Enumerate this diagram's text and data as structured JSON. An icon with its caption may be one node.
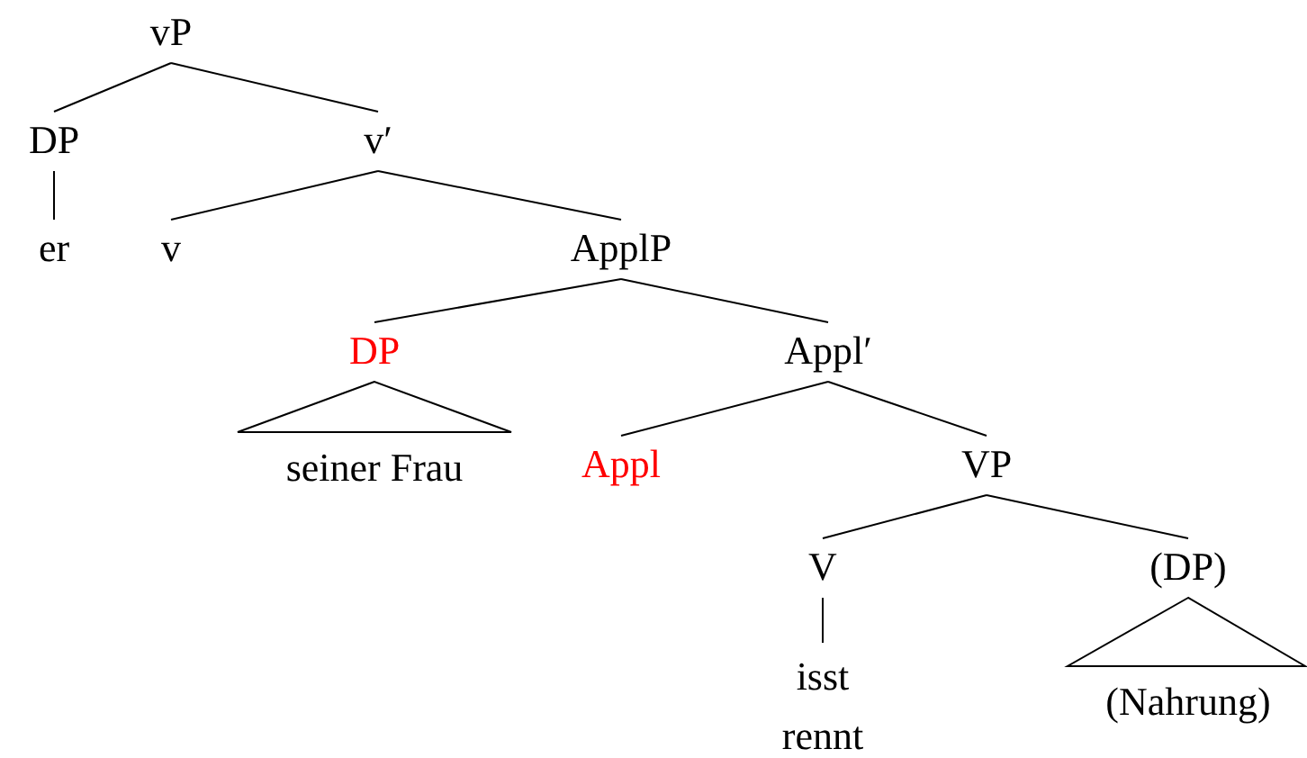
{
  "diagram": {
    "nodes": [
      {
        "text": [
          "vP"
        ]
      },
      {
        "text": [
          "DP"
        ]
      },
      {
        "text": [
          "v′"
        ]
      },
      {
        "text": [
          "er"
        ]
      },
      {
        "text": [
          "v"
        ]
      },
      {
        "text": [
          "ApplP"
        ]
      },
      {
        "text": [
          "DP"
        ]
      },
      {
        "text": [
          "Appl′"
        ]
      },
      {
        "text": [
          "seiner Frau"
        ]
      },
      {
        "text": [
          "Appl"
        ]
      },
      {
        "text": [
          "VP"
        ]
      },
      {
        "text": [
          "V"
        ]
      },
      {
        "text": [
          "(DP)"
        ]
      },
      {
        "text": [
          "isst",
          "rennt"
        ]
      },
      {
        "text": [
          "(Nahrung)"
        ]
      }
    ],
    "edges": [
      {
        "from": 0,
        "to": 1,
        "arrow": "none"
      },
      {
        "from": 0,
        "to": 2,
        "arrow": "none"
      },
      {
        "from": 1,
        "to": 3,
        "arrow": "none"
      },
      {
        "from": 2,
        "to": 4,
        "arrow": "none"
      },
      {
        "from": 2,
        "to": 5,
        "arrow": "none"
      },
      {
        "from": 5,
        "to": 6,
        "arrow": "none"
      },
      {
        "from": 5,
        "to": 7,
        "arrow": "none"
      },
      {
        "from": 6,
        "to": 8,
        "arrow": "none"
      },
      {
        "from": 7,
        "to": 9,
        "arrow": "none"
      },
      {
        "from": 7,
        "to": 10,
        "arrow": "none"
      },
      {
        "from": 10,
        "to": 11,
        "arrow": "none"
      },
      {
        "from": 10,
        "to": 12,
        "arrow": "none"
      },
      {
        "from": 11,
        "to": 13,
        "arrow": "none"
      },
      {
        "from": 12,
        "to": 14,
        "arrow": "none"
      }
    ]
  }
}
